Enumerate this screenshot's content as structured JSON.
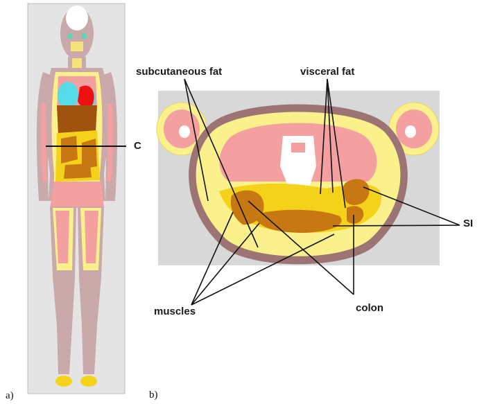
{
  "panel_a_label": "a)",
  "panel_b_label": "b)",
  "cut_label": "C",
  "labels": {
    "subcutaneous_fat": "subcutaneous fat",
    "visceral_fat": "visceral fat",
    "muscles": "muscles",
    "colon": "colon",
    "si": "SI"
  },
  "colors": {
    "skin": "#b08a8a",
    "muscle": "#f4a0a0",
    "fat": "#faf08c",
    "bowel_yellow": "#f5d21a",
    "bowel_brown": "#c87812",
    "liver": "#a0520f",
    "heart": "#ee1111",
    "lung": "#55dce8",
    "bone": "#ffffff",
    "background_grey": "#d8d8d8"
  }
}
